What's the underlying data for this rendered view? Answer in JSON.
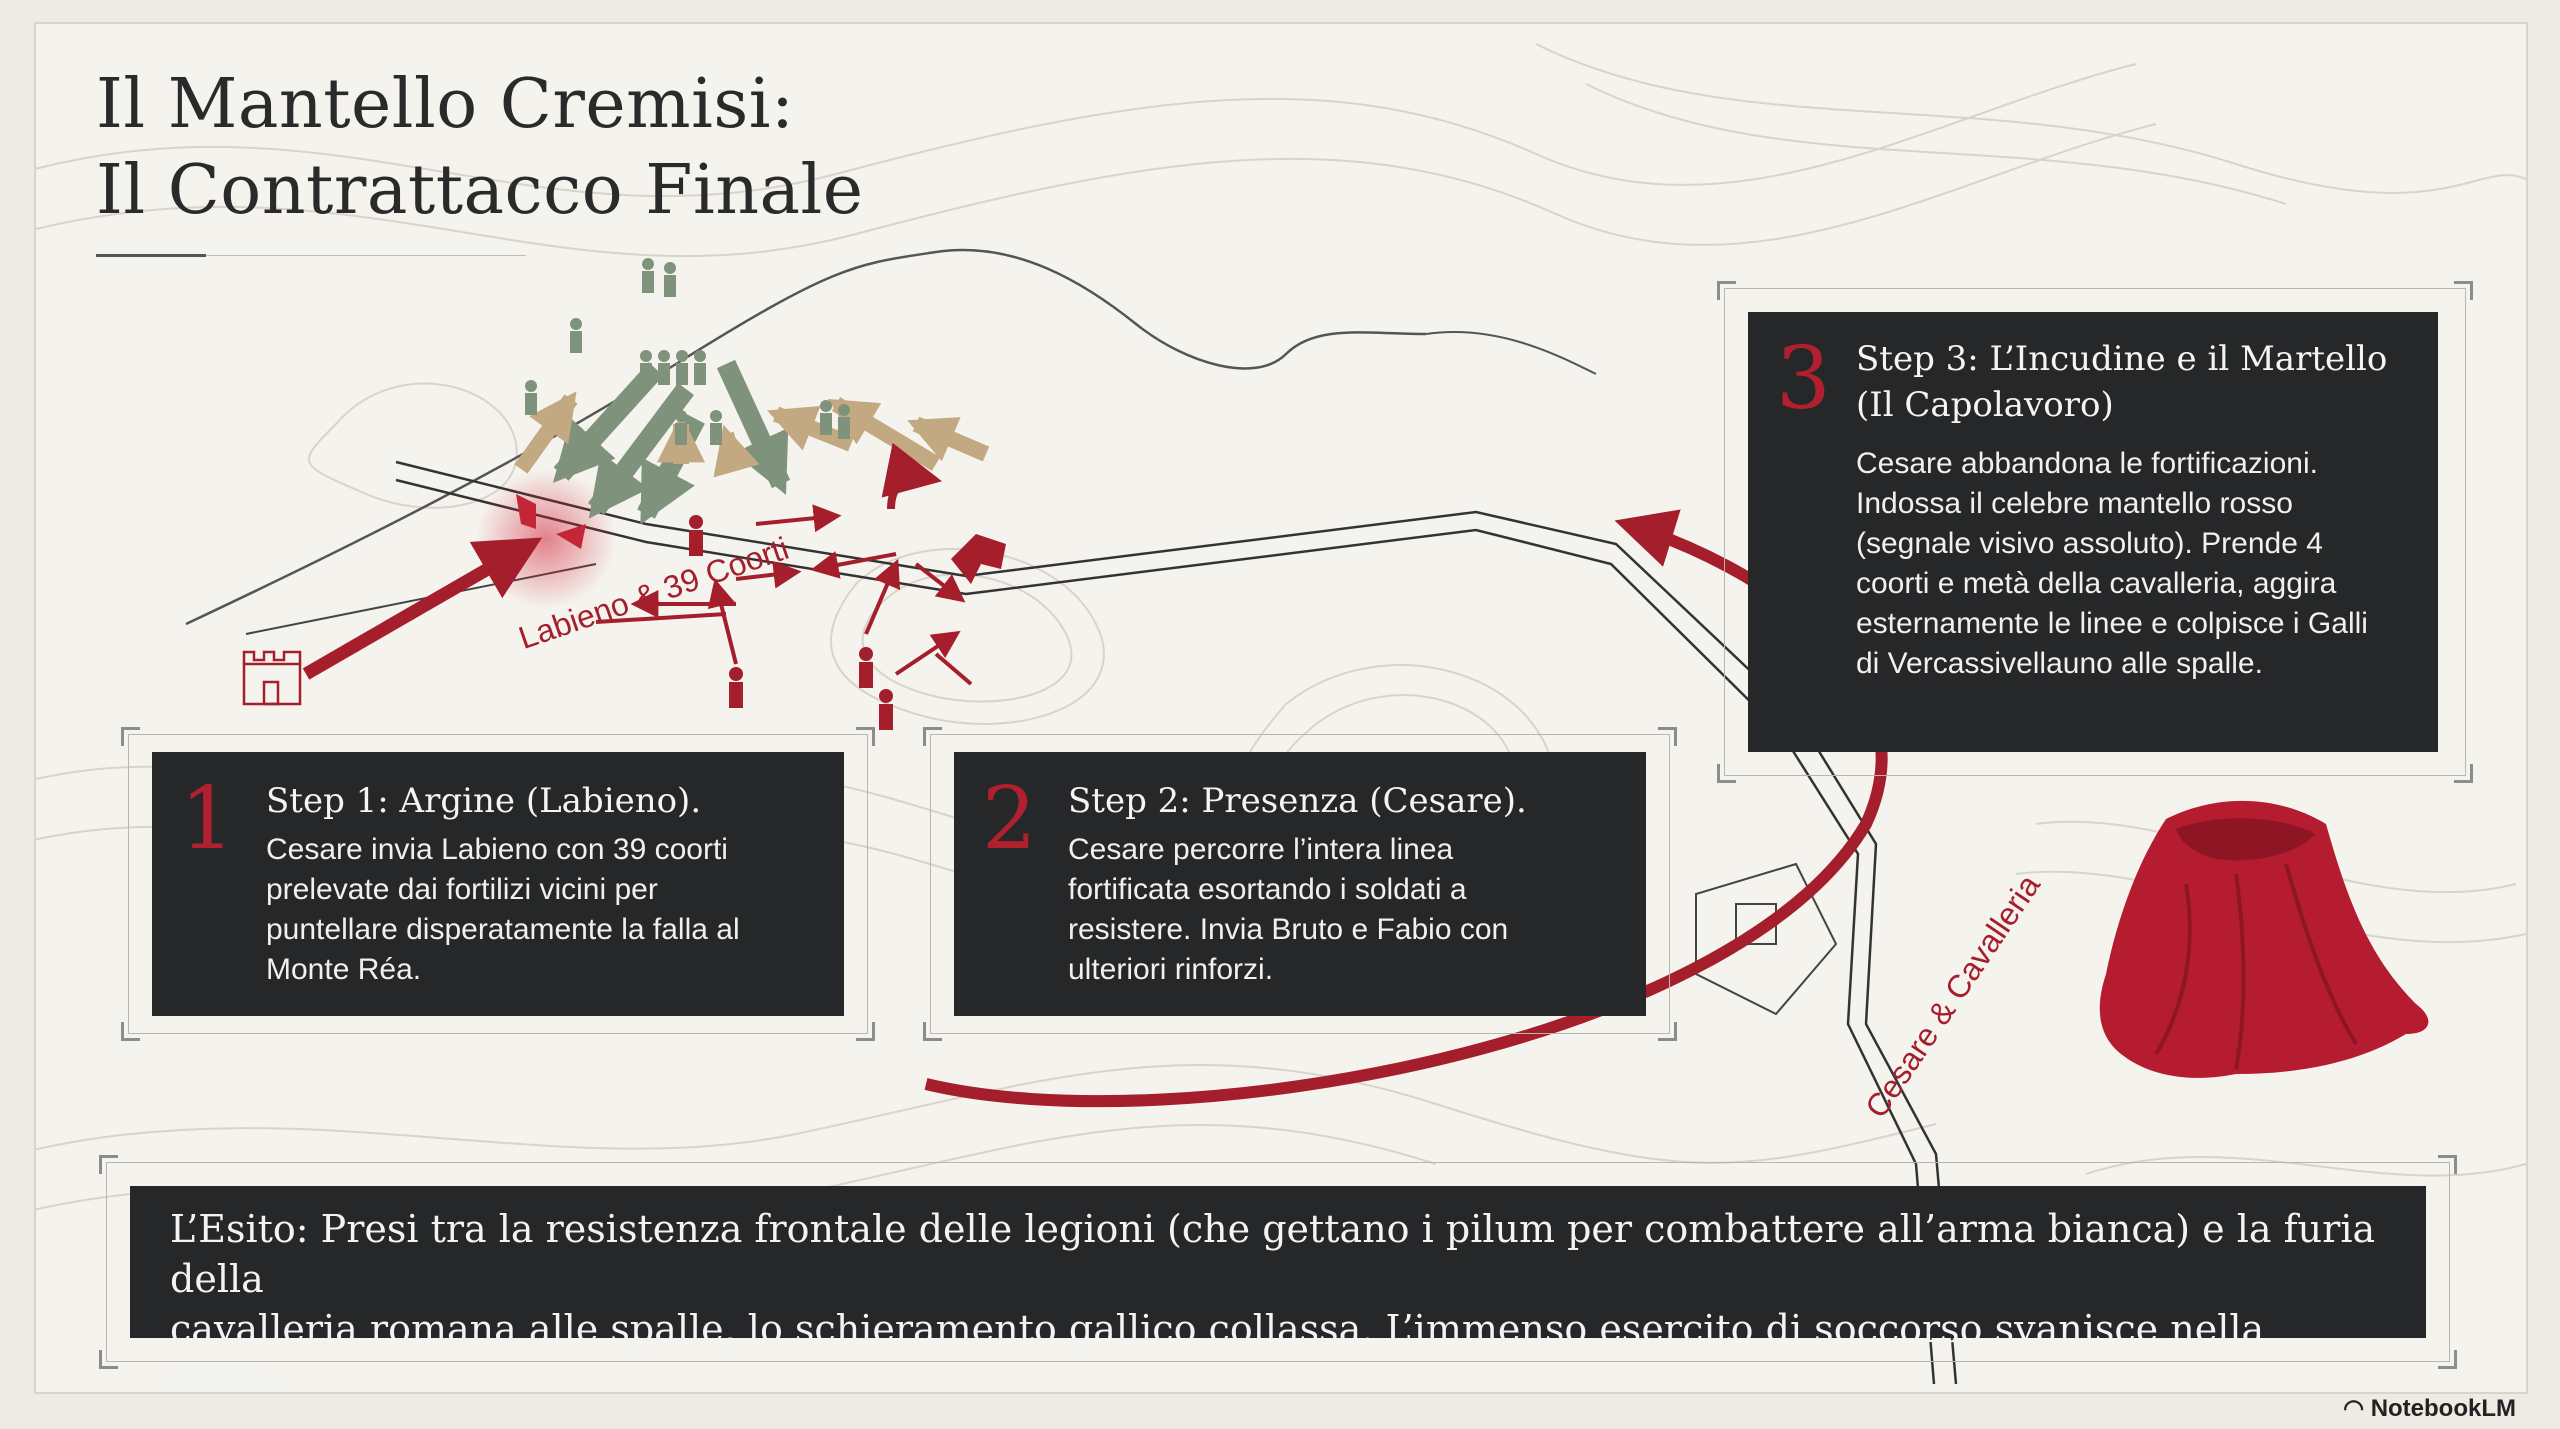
{
  "title": {
    "line1": "Il Mantello Cremisi:",
    "line2": "Il Contrattacco Finale"
  },
  "map_labels": {
    "labieno": "Labieno & 39 Coorti",
    "cesare": "Cesare & Cavalleria"
  },
  "steps": [
    {
      "number": "1",
      "title": "Step 1: Argine (Labieno).",
      "text": "Cesare invia Labieno con 39 coorti\nprelevate dai fortilizi vicini per\npuntellare disperatamente la falla al\nMonte Réa."
    },
    {
      "number": "2",
      "title": "Step 2: Presenza (Cesare).",
      "text": "Cesare percorre l’intera linea\nfortificata esortando i soldati a\nresistere. Invia Bruto e Fabio con\nulteriori rinforzi."
    },
    {
      "number": "3",
      "title_line1": "Step 3: L’Incudine e il Martello",
      "title_line2": "(Il Capolavoro)",
      "text": "Cesare abbandona le fortificazioni.\nIndossa il celebre mantello rosso\n(segnale visivo assoluto). Prende 4\ncoorti e metà della cavalleria, aggira\nesternamente le linee e colpisce i Galli\ndi Vercassivellauno alle spalle."
    }
  ],
  "outcome": {
    "line1": "L’Esito: Presi tra la resistenza frontale delle legioni (che gettano i pilum per combattere all’arma bianca) e la furia della",
    "line2": "cavalleria romana alle spalle, lo schieramento gallico collassa. L’immenso esercito di soccorso svanisce nella notte."
  },
  "brand": "NotebookLM",
  "colors": {
    "roman_red": "#a51e2c",
    "gaul_green": "#7f927c",
    "gaul_tan": "#c3a982",
    "panel": "#262729",
    "background": "#f5f3ee"
  }
}
